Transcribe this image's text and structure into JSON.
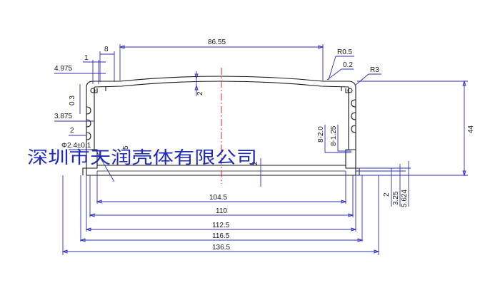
{
  "dimensions": {
    "top_width": "86.55",
    "d_8": "8",
    "d_1": "1",
    "d_4975": "4.975",
    "d_03": "0.3",
    "d_3875": "3.875",
    "d_2_left": "2",
    "hole": "Φ2.4±0.1",
    "r05": "R0.5",
    "r02": "0.2",
    "r3": "R3",
    "d_2_top": "2",
    "height": "44",
    "slot_20": "8-2.0",
    "slot_125": "8-1.25",
    "d_1045": "104.5",
    "d_110": "110",
    "d_1125": "112.5",
    "d_1165": "116.5",
    "d_1365": "136.5",
    "d_2_right": "2",
    "d_325": "3.25",
    "d_5624": "5.624",
    "d_2_inner": "2",
    "d_frag": "5"
  },
  "watermark": "深圳市天润壳体有限公司",
  "colors": {
    "dim_line": "#2d2db8",
    "profile": "#1a1a1a",
    "centerline": "#e02020",
    "watermark": "#1e2bb8"
  }
}
